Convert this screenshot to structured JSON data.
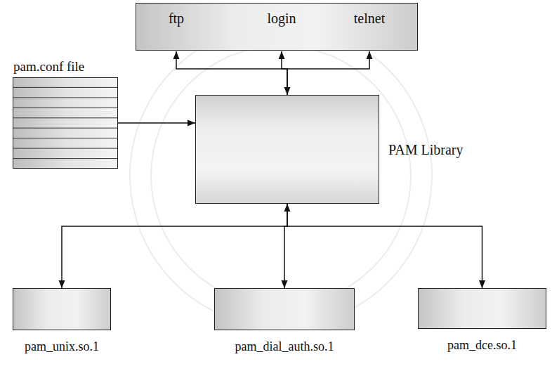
{
  "diagram": {
    "nodes": [
      {
        "text": []
      },
      {
        "text": [
          "ftp"
        ],
        "in": 0
      },
      {
        "text": [
          "login"
        ],
        "in": 0
      },
      {
        "text": [
          "telnet"
        ],
        "in": 0
      },
      {
        "text": [
          "pam.conf file"
        ]
      },
      {
        "text": [
          "PAM Library"
        ]
      },
      {
        "text": [
          "pam_unix.so.1"
        ]
      },
      {
        "text": [
          "pam_dial_auth.so.1"
        ]
      },
      {
        "text": [
          "pam_dce.so.1"
        ]
      }
    ],
    "edges": [
      {
        "from": 5,
        "to": 1,
        "arrow": "to"
      },
      {
        "from": 5,
        "to": 2,
        "arrow": "both"
      },
      {
        "from": 5,
        "to": 3,
        "arrow": "to"
      },
      {
        "from": 4,
        "to": 5,
        "arrow": "to"
      },
      {
        "from": 5,
        "to": 6,
        "arrow": "to"
      },
      {
        "from": 5,
        "to": 7,
        "arrow": "both"
      },
      {
        "from": 5,
        "to": 8,
        "arrow": "to"
      }
    ]
  }
}
